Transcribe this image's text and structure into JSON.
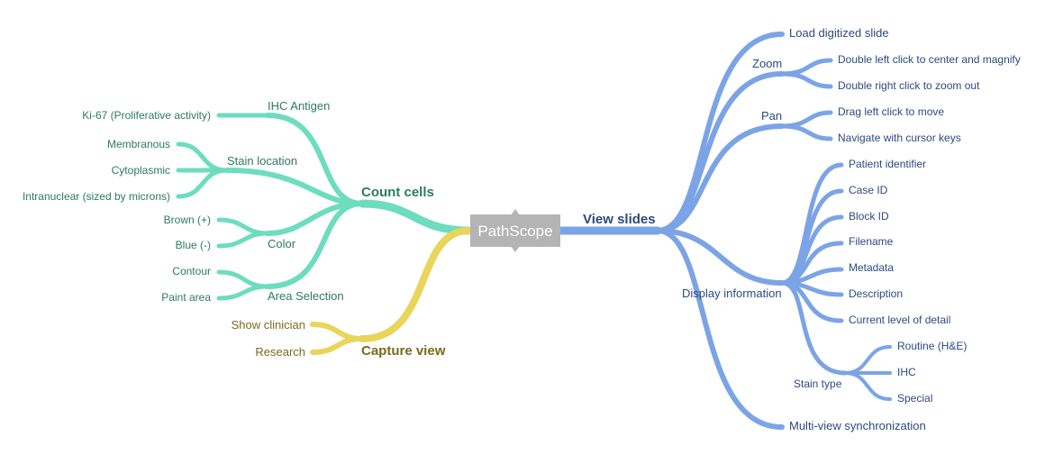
{
  "colors": {
    "blue": "#7ba4e6",
    "green": "#6ddcbf",
    "yellow": "#e8d55a",
    "center": "#b4b4b4",
    "blue_text": "#2d4a7d",
    "green_text": "#2e7a5e",
    "yellow_text": "#7a6a1c"
  },
  "center": {
    "label": "PathScope"
  },
  "view_slides": {
    "title": "View slides",
    "load": "Load digitized slide",
    "zoom": {
      "label": "Zoom",
      "items": [
        "Double left click to center and magnify",
        "Double right click to zoom out"
      ]
    },
    "pan": {
      "label": "Pan",
      "items": [
        "Drag left click to move",
        "Navigate with cursor keys"
      ]
    },
    "display": {
      "label": "Display information",
      "items": [
        "Patient identifier",
        "Case ID",
        "Block ID",
        "Filename",
        "Metadata",
        "Description",
        "Current level of detail"
      ],
      "stain_type": {
        "label": "Stain type",
        "items": [
          "Routine (H&E)",
          "IHC",
          "Special"
        ]
      }
    },
    "sync": "Multi-view synchronization"
  },
  "count_cells": {
    "title": "Count cells",
    "ihc": {
      "label": "IHC Antigen",
      "items": [
        "Ki-67 (Proliferative activity)"
      ]
    },
    "stain_location": {
      "label": "Stain location",
      "items": [
        "Membranous",
        "Cytoplasmic",
        "Intranuclear (sized by microns)"
      ]
    },
    "color": {
      "label": "Color",
      "items": [
        "Brown (+)",
        "Blue (-)"
      ]
    },
    "area_selection": {
      "label": "Area Selection",
      "items": [
        "Contour",
        "Paint area"
      ]
    }
  },
  "capture_view": {
    "title": "Capture view",
    "items": [
      "Show clinician",
      "Research"
    ]
  }
}
